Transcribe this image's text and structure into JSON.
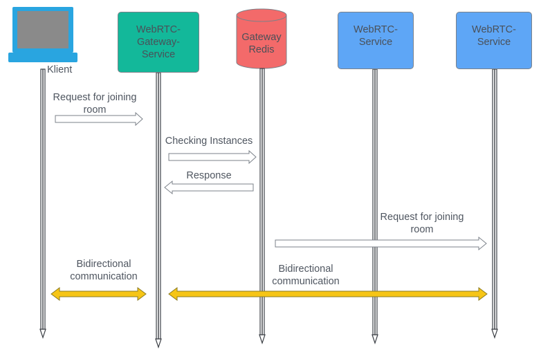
{
  "actors": {
    "client": {
      "label": "Klient",
      "icon": "laptop-icon"
    },
    "gateway_service": {
      "line1": "WebRTC-",
      "line2": "Gateway-",
      "line3": "Service"
    },
    "gateway_redis": {
      "line1": "Gateway",
      "line2": "Redis"
    },
    "webrtc_service_1": {
      "line1": "WebRTC-",
      "line2": "Service"
    },
    "webrtc_service_2": {
      "line1": "WebRTC-",
      "line2": "Service"
    }
  },
  "messages": {
    "join_request_1": {
      "line1": "Request for joining",
      "line2": "room"
    },
    "checking_instances": {
      "line1": "Checking Instances"
    },
    "response": {
      "line1": "Response"
    },
    "join_request_2": {
      "line1": "Request for joining",
      "line2": "room"
    },
    "bidirectional_1": {
      "line1": "Bidirectional",
      "line2": "communication"
    },
    "bidirectional_2": {
      "line1": "Bidirectional",
      "line2": "communication"
    }
  },
  "colors": {
    "gateway_service": "#13b89a",
    "gateway_redis": "#f36a6a",
    "webrtc_service": "#5ea6f6",
    "laptop": "#29a5e0",
    "bidirectional_arrow": "#f6c516",
    "lifeline": "#3b3f45"
  }
}
